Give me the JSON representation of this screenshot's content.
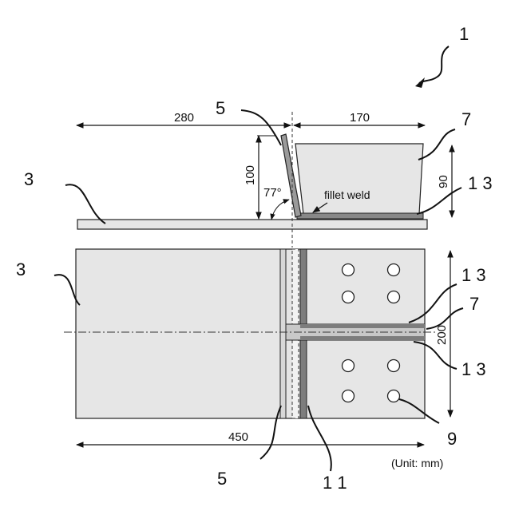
{
  "labels": {
    "fig_number": "1",
    "plate_top": "3",
    "plate_bottom": "3",
    "web_top": "5",
    "web_bottom": "5",
    "flange_top": "7",
    "flange_bottom": "7",
    "weld_top": "1 3",
    "weld_bottom_upper": "1 3",
    "weld_bottom_lower": "1 3",
    "backing": "1 1",
    "bolt_hole": "9"
  },
  "dimensions": {
    "d280": "280",
    "d170": "170",
    "d100": "100",
    "d90": "90",
    "d200": "200",
    "d450": "450",
    "angle": "77°"
  },
  "notes": {
    "fillet": "fillet weld",
    "unit": "(Unit: mm)"
  }
}
